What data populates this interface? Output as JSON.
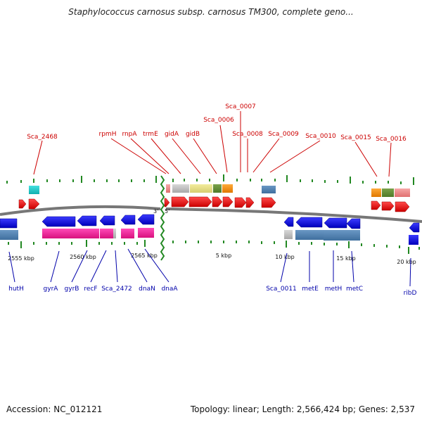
{
  "title": "Staphylococcus carnosus subsp. carnosus TM300, complete geno...",
  "accession": "Accession: NC_012121",
  "summary": "Topology: linear; Length: 2,566,424 bp; Genes: 2,537",
  "origin": {
    "left_end": "3'",
    "right_end": "5'"
  },
  "ticks": [
    "2555 kbp",
    "2560 kbp",
    "2565 kbp",
    "5 kbp",
    "10 kbp",
    "15 kbp",
    "20 kbp"
  ],
  "labels_top": [
    "Sca_2468",
    "rpmH",
    "rnpA",
    "trmE",
    "gidA",
    "gidB",
    "Sca_0006",
    "Sca_0007",
    "Sca_0008",
    "Sca_0009",
    "Sca_0010",
    "Sca_0015",
    "Sca_0016"
  ],
  "labels_bottom": [
    "hutH",
    "gyrA",
    "gyrB",
    "recF",
    "Sca_2472",
    "dnaN",
    "dnaA",
    "Sca_0011",
    "metE",
    "metH",
    "metC",
    "ribD"
  ],
  "colors": {
    "forward_gene": "#ee0000",
    "reverse_gene": "#0000ee",
    "strand_line": "#888888",
    "tick": "#228822",
    "break_line": "#228822",
    "top_label": "#cc0000",
    "bottom_label": "#0000aa"
  }
}
